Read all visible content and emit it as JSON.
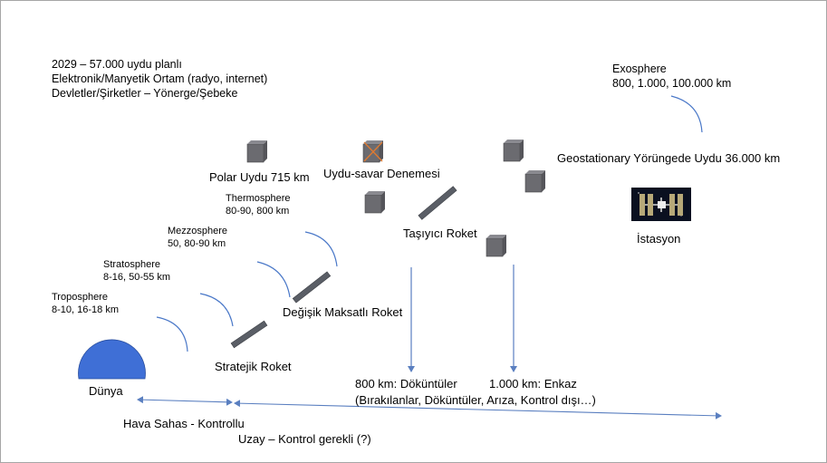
{
  "intro": {
    "line1": "2029 – 57.000 uydu planlı",
    "line2": "Elektronik/Manyetik Ortam (radyo, internet)",
    "line3": "Devletler/Şirketler – Yönerge/Şebeke"
  },
  "layers": {
    "exosphere": {
      "name": "Exosphere",
      "range": "800, 1.000, 100.000 km"
    },
    "thermosphere": {
      "name": "Thermosphere",
      "range": "80-90, 800 km"
    },
    "mezzosphere": {
      "name": "Mezzosphere",
      "range": "50, 80-90 km"
    },
    "stratosphere": {
      "name": "Stratosphere",
      "range": "8-16, 50-55 km"
    },
    "troposphere": {
      "name": "Troposphere",
      "range": "8-10, 16-18 km"
    }
  },
  "objects": {
    "polar": "Polar Uydu 715 km",
    "asat": "Uydu-savar Denemesi",
    "geo": "Geostationary Yörüngede Uydu 36.000 km",
    "carrier": "Taşıyıcı Roket",
    "station": "İstasyon",
    "multi": "Değişik Maksatlı Roket",
    "strategic": "Stratejik Roket",
    "earth": "Dünya"
  },
  "debris": {
    "label800": "800 km: Döküntüler",
    "label1000": "1.000 km: Enkaz",
    "detail": "(Bırakılanlar, Döküntüler, Arıza, Kontrol dışı…)"
  },
  "zones": {
    "air": "Hava Sahas - Kontrollu",
    "space": "Uzay – Kontrol gerekli (?)"
  },
  "colors": {
    "earth": "#3f6fd6",
    "cube": "#6b6b70",
    "arrow": "#5a7fc0",
    "rocket": "#5a5e66"
  }
}
